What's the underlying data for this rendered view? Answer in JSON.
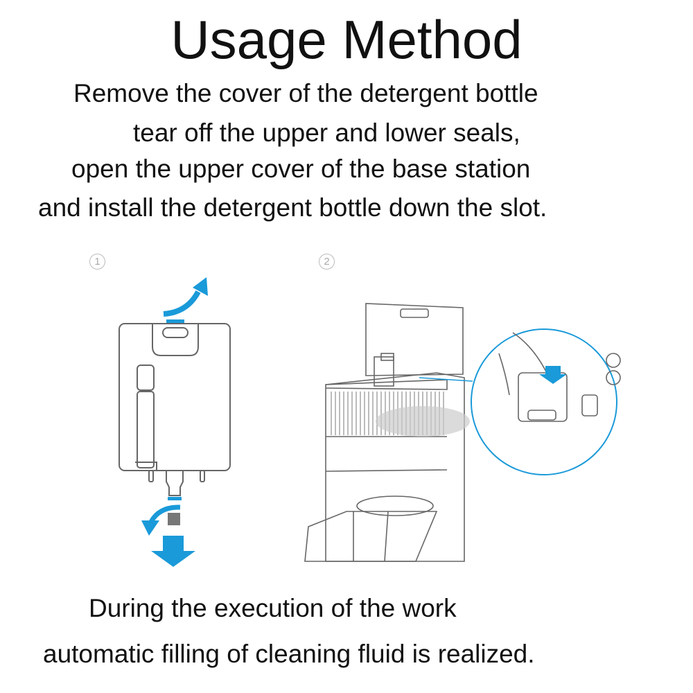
{
  "title": "Usage Method",
  "instructions": [
    "Remove the cover of the detergent bottle",
    "tear off the upper and lower seals,",
    "open the upper cover of the base station",
    "and install the detergent bottle down the slot."
  ],
  "steps": [
    {
      "number": "1",
      "illustration": "detergent-bottle-seal-removal"
    },
    {
      "number": "2",
      "illustration": "base-station-install-bottle"
    }
  ],
  "footer": [
    "During the execution of the work",
    "automatic filling of cleaning fluid is realized."
  ],
  "colors": {
    "accent": "#1a9ad9",
    "line": "#666666",
    "text": "#111111"
  }
}
